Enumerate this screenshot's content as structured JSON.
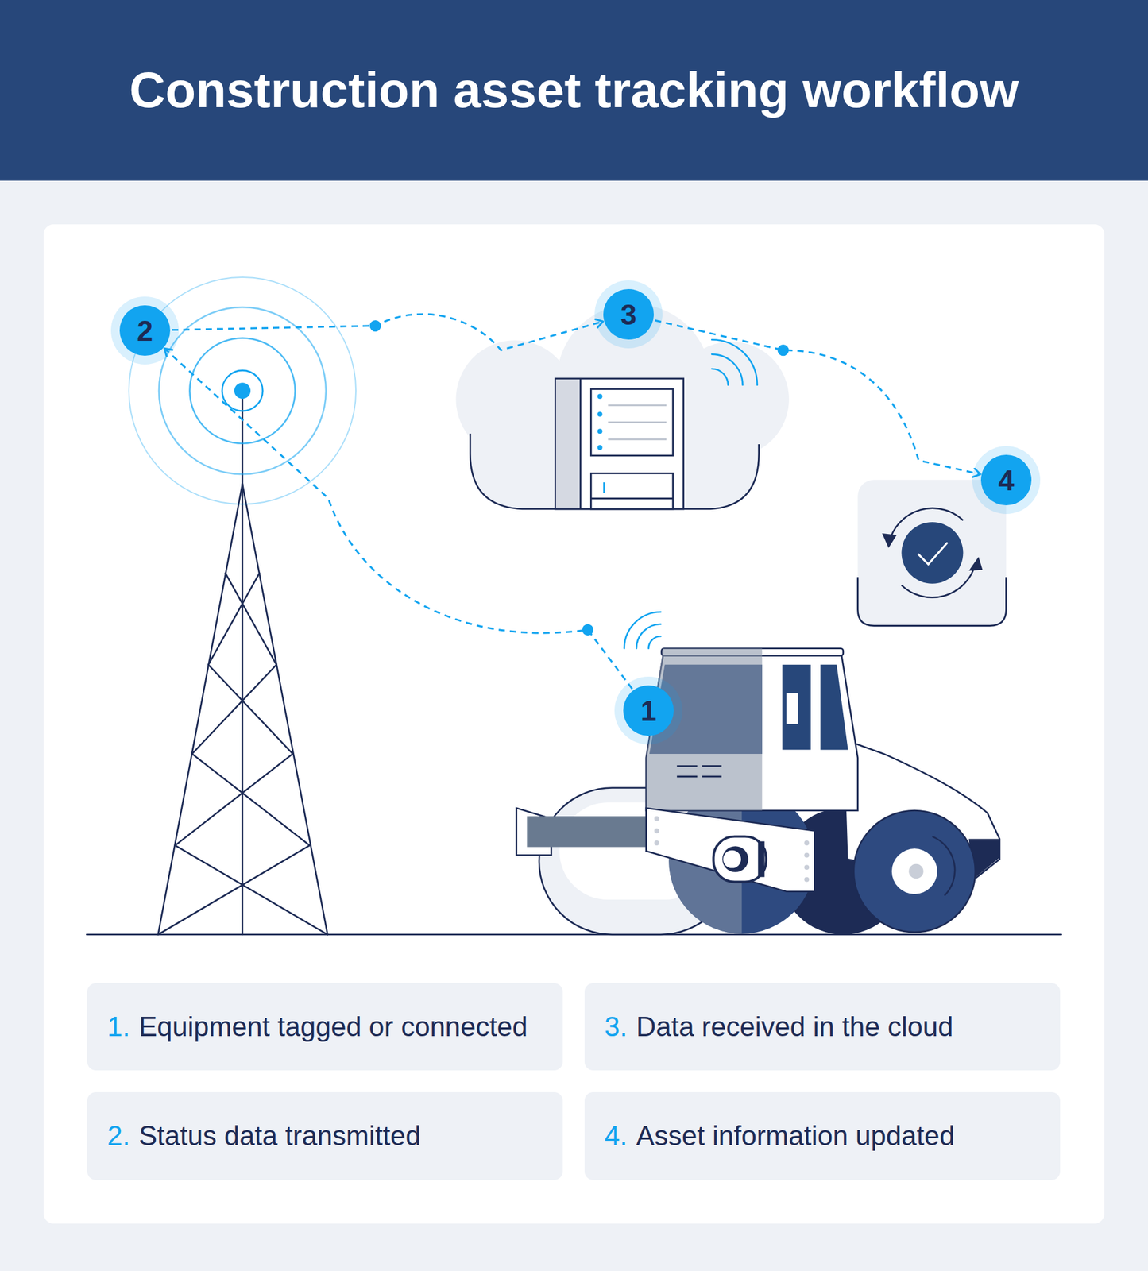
{
  "diagram": {
    "title": "Construction asset tracking workflow",
    "nodes": [
      {
        "text": [
          "1"
        ]
      },
      {
        "text": [
          "2"
        ]
      },
      {
        "text": [
          "3"
        ]
      },
      {
        "text": [
          "4"
        ]
      },
      {
        "text": [
          "1.",
          "Equipment tagged or connected"
        ]
      },
      {
        "text": [
          "3.",
          "Data received in the cloud"
        ]
      },
      {
        "text": [
          "2.",
          "Status data transmitted"
        ]
      },
      {
        "text": [
          "4.",
          "Asset information updated"
        ]
      }
    ],
    "edges": [
      {
        "from": 0,
        "to": 1,
        "arrow": "to"
      },
      {
        "from": 1,
        "to": 2,
        "arrow": "to"
      },
      {
        "from": 2,
        "to": 3,
        "arrow": "to"
      }
    ]
  }
}
